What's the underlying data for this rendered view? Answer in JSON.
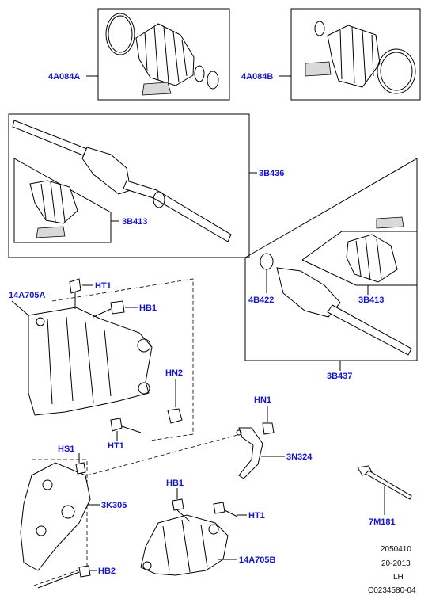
{
  "colors": {
    "label": "#1515c8",
    "line": "#000000",
    "shading": "#d9d9d9"
  },
  "labels": {
    "boot_kit_inner": "4A084A",
    "boot_kit_outer": "4A084B",
    "halfshaft_rh": "3B436",
    "outer_joint_rh": "3B413",
    "circlip": "4B422",
    "outer_joint_lh": "3B413",
    "halfshaft_lh": "3B437",
    "bracket_upper": "14A705A",
    "bolt_ht1_upper": "HT1",
    "bolt_hb1_upper": "HB1",
    "nut_hn2": "HN2",
    "bolt_ht1_lower": "HT1",
    "nut_hn1": "HN1",
    "clamp": "3N324",
    "bolt_hs1": "HS1",
    "bracket_3k305": "3K305",
    "bolt_hb2": "HB2",
    "bolt_hb1_lower": "HB1",
    "bolt_ht1_right": "HT1",
    "bracket_lower": "14A705B",
    "tool": "7M181"
  },
  "info": {
    "line1": "2050410",
    "line2": "20-2013",
    "line3": "LH",
    "line4": "C0234580-04"
  }
}
